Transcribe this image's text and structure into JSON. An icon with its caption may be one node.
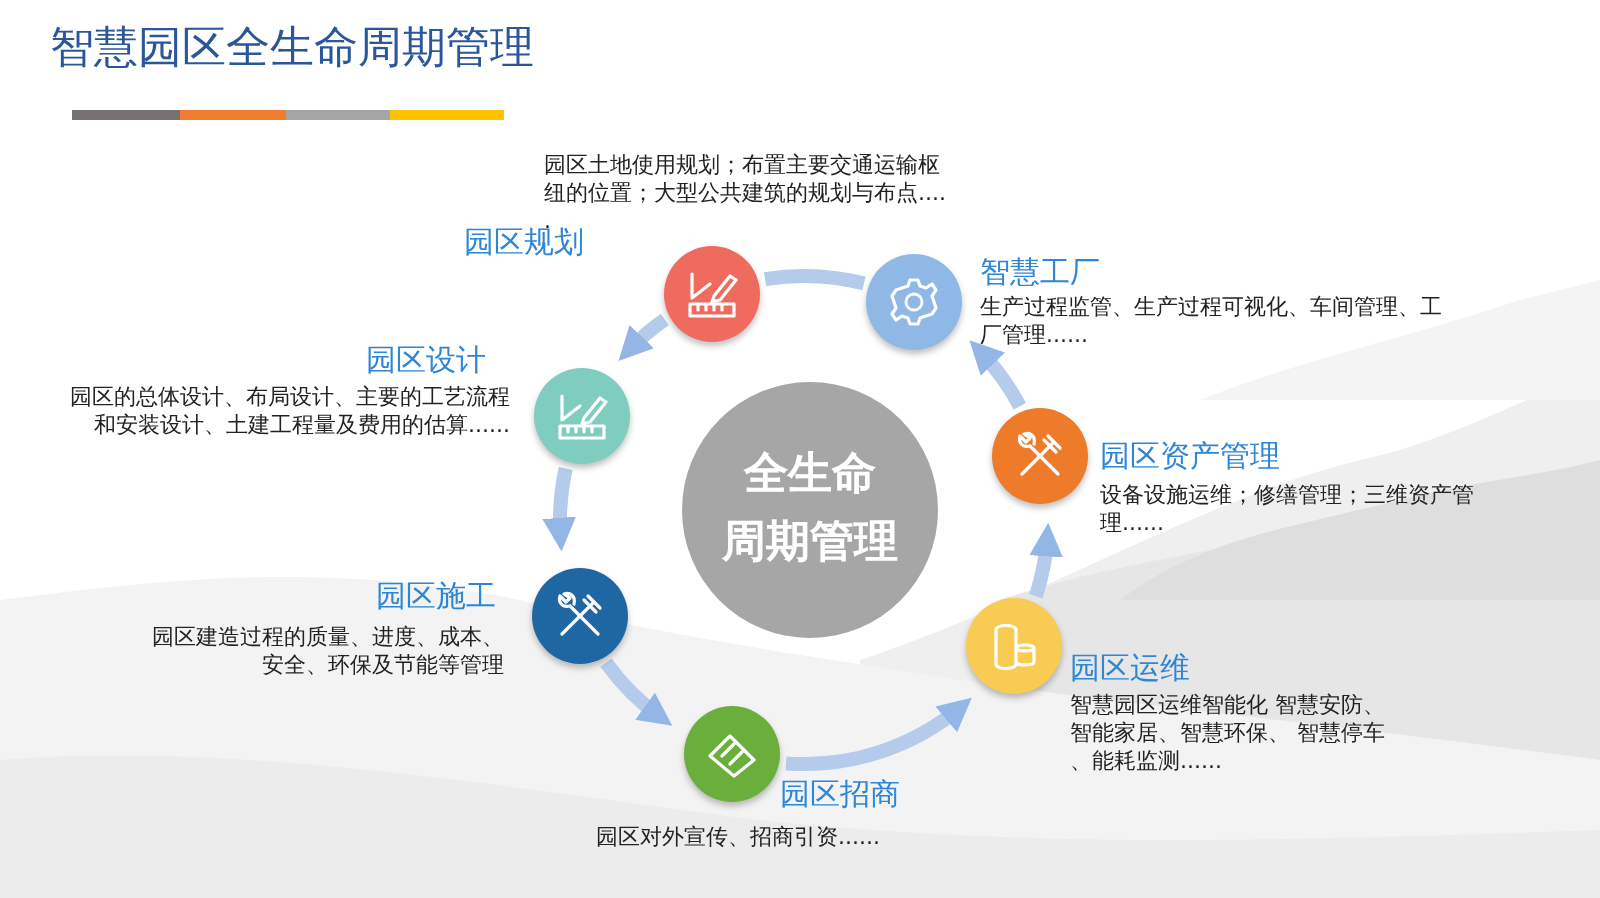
{
  "diagram": {
    "title": "智慧园区全生命周期管理",
    "nodes": [
      {
        "text": [
          "全生命周期管理"
        ]
      },
      {
        "text": [
          "园区规划",
          "园区土地使用规划；布置主要交通运输枢纽的位置；大型公共建筑的规划与布点....."
        ]
      },
      {
        "text": [
          "园区设计",
          "园区的总体设计、布局设计、主要的工艺流程和安装设计、土建工程量及费用的估算......"
        ]
      },
      {
        "text": [
          "园区施工",
          "园区建造过程的质量、进度、成本、安全、环保及节能等管理"
        ]
      },
      {
        "text": [
          "园区招商",
          "园区对外宣传、招商引资......"
        ]
      },
      {
        "text": [
          "园区运维",
          "智慧园区运维智能化 智慧安防、智能家居、智慧环保、 智慧停车、能耗监测......"
        ]
      },
      {
        "text": [
          "园区资产管理",
          "设备设施运维；修缮管理；三维资产管理......"
        ]
      },
      {
        "text": [
          "智慧工厂",
          "生产过程监管、生产过程可视化、车间管理、工厂管理......"
        ]
      }
    ],
    "edges": [
      {
        "from": 1,
        "to": 2,
        "arrow": "to"
      },
      {
        "from": 2,
        "to": 3,
        "arrow": "to"
      },
      {
        "from": 3,
        "to": 4,
        "arrow": "to"
      },
      {
        "from": 4,
        "to": 5,
        "arrow": "to"
      },
      {
        "from": 5,
        "to": 6,
        "arrow": "to"
      },
      {
        "from": 6,
        "to": 7,
        "arrow": "to"
      },
      {
        "from": 7,
        "to": 1,
        "arrow": "none"
      }
    ]
  }
}
